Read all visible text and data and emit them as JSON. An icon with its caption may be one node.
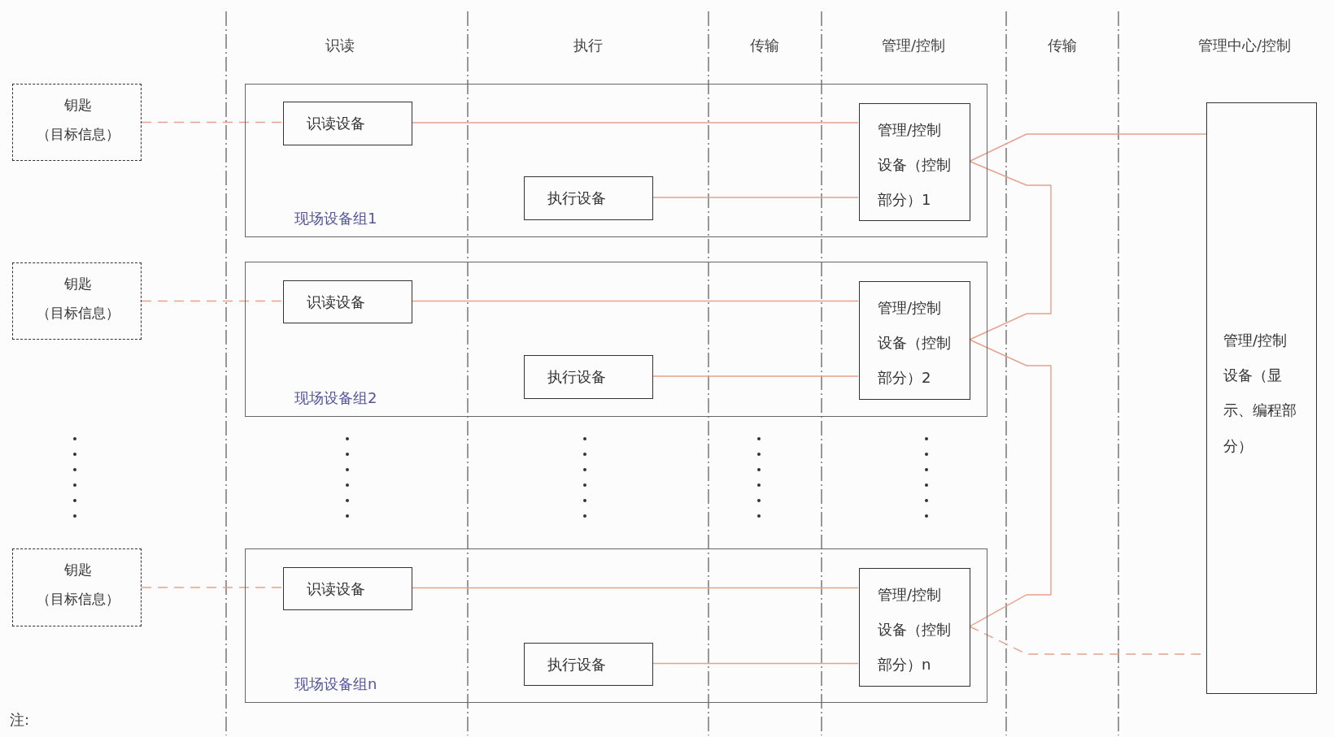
{
  "diagram": {
    "nodes": [
      {
        "text": [
          "钥匙",
          "（目标信息）"
        ]
      },
      {
        "text": [
          "现场设备组1"
        ]
      },
      {
        "text": [
          "识读设备"
        ],
        "in": 1
      },
      {
        "text": [
          "执行设备"
        ],
        "in": 1
      },
      {
        "text": [
          "管理/控制设备（控制部分）1"
        ],
        "in": 1
      },
      {
        "text": [
          "钥匙",
          "（目标信息）"
        ]
      },
      {
        "text": [
          "现场设备组2"
        ]
      },
      {
        "text": [
          "识读设备"
        ],
        "in": 6
      },
      {
        "text": [
          "执行设备"
        ],
        "in": 6
      },
      {
        "text": [
          "管理/控制设备（控制部分）2"
        ],
        "in": 6
      },
      {
        "text": [
          "钥匙",
          "（目标信息）"
        ]
      },
      {
        "text": [
          "现场设备组n"
        ]
      },
      {
        "text": [
          "识读设备"
        ],
        "in": 11
      },
      {
        "text": [
          "执行设备"
        ],
        "in": 11
      },
      {
        "text": [
          "管理/控制设备（控制部分）n"
        ],
        "in": 11
      },
      {
        "text": [
          "管理/控制设备（显示、编程部分）"
        ]
      }
    ],
    "edges": [
      {
        "from": 0,
        "to": 2,
        "arrow": "none",
        "style": "dashed"
      },
      {
        "from": 2,
        "to": 4,
        "arrow": "none"
      },
      {
        "from": 3,
        "to": 4,
        "arrow": "none"
      },
      {
        "from": 4,
        "to": 15,
        "arrow": "none"
      },
      {
        "from": 4,
        "to": 9,
        "arrow": "none"
      },
      {
        "from": 5,
        "to": 7,
        "arrow": "none",
        "style": "dashed"
      },
      {
        "from": 7,
        "to": 9,
        "arrow": "none"
      },
      {
        "from": 8,
        "to": 9,
        "arrow": "none"
      },
      {
        "from": 9,
        "to": 14,
        "arrow": "none"
      },
      {
        "from": 10,
        "to": 12,
        "arrow": "none",
        "style": "dashed"
      },
      {
        "from": 12,
        "to": 14,
        "arrow": "none"
      },
      {
        "from": 13,
        "to": 14,
        "arrow": "none"
      },
      {
        "from": 14,
        "to": 15,
        "arrow": "none",
        "style": "dashed"
      }
    ],
    "labels": [
      "识读",
      "执行",
      "传输",
      "管理/控制",
      "传输",
      "管理中心/控制",
      "注:"
    ]
  }
}
